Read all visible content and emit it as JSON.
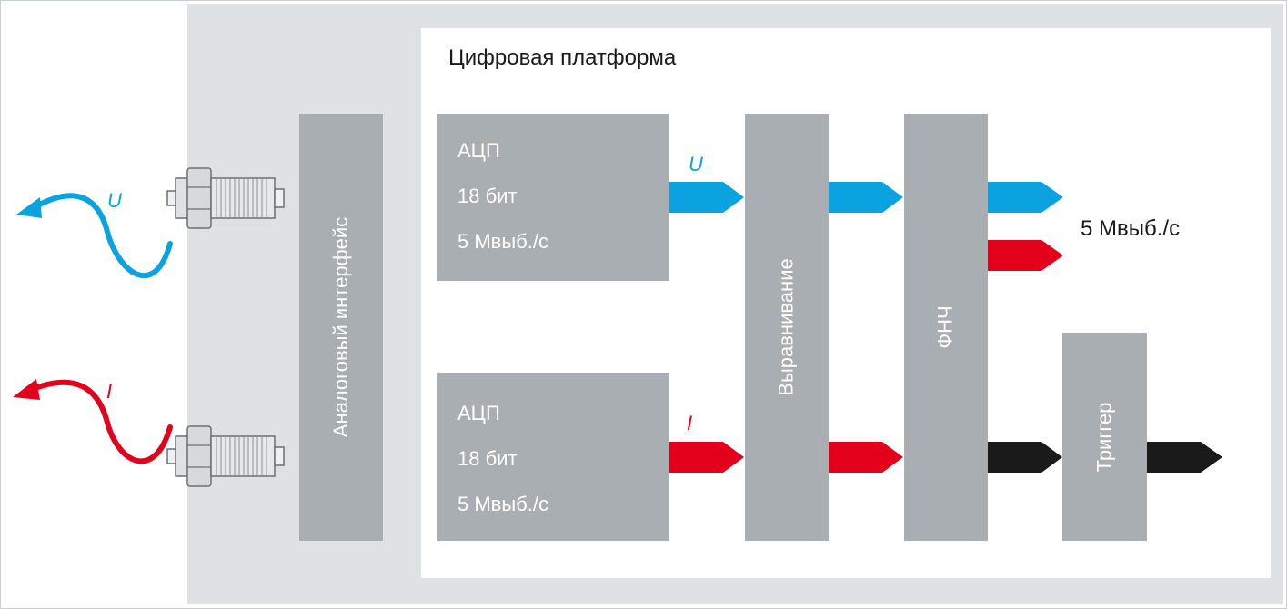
{
  "platform": {
    "title": "Цифровая платформа"
  },
  "blocks": {
    "analog_interface": "Аналоговый интерфейс",
    "adc_u": {
      "title": "АЦП",
      "bits": "18 бит",
      "rate": "5 Мвыб./с"
    },
    "adc_i": {
      "title": "АЦП",
      "bits": "18 бит",
      "rate": "5 Мвыб./с"
    },
    "alignment": "Выравнивание",
    "lpf": "ФНЧ",
    "trigger": "Триггер"
  },
  "output_rate": "5 Мвыб./с",
  "signals": {
    "u_label": "U",
    "i_label": "I"
  },
  "colors": {
    "u_signal": "#0aa3e0",
    "i_signal": "#e2001a",
    "trigger_signal": "#1a1a1a",
    "block": "#a8aeb2",
    "panel": "#dfe2e5"
  },
  "icons": {
    "connector": "bnc-connector-icon",
    "waveform": "sine-wave-arrow-icon"
  }
}
